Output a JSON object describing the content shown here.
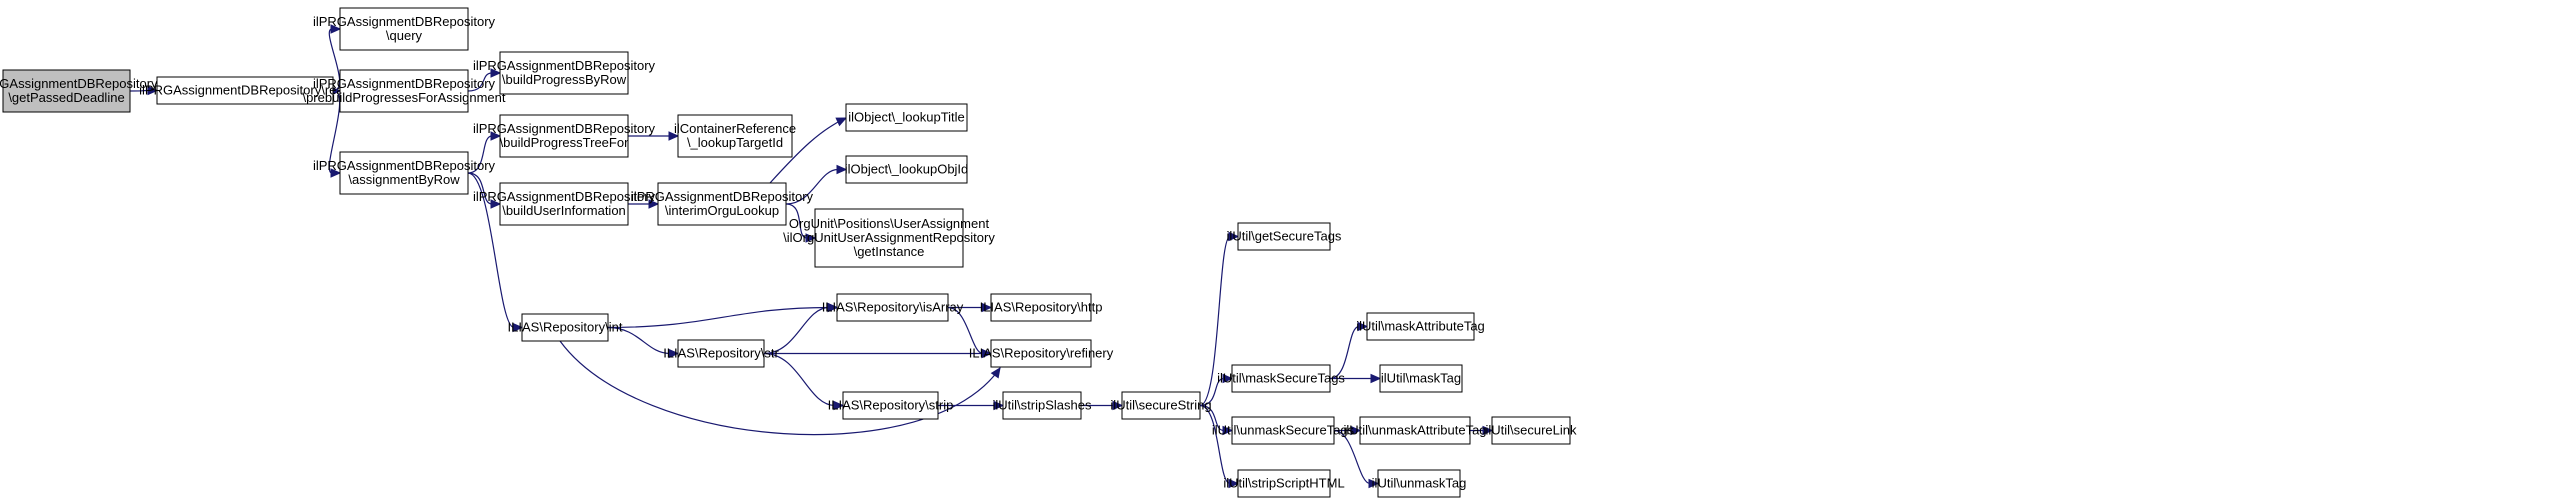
{
  "nodes": [
    {
      "id": "n1",
      "lines": [
        "ilPRGAssignmentDBRepository",
        "\\getPassedDeadline"
      ],
      "root": true
    },
    {
      "id": "n2",
      "lines": [
        "ilPRGAssignmentDBRepository\\read"
      ]
    },
    {
      "id": "n3",
      "lines": [
        "ilPRGAssignmentDBRepository",
        "\\query"
      ]
    },
    {
      "id": "n4",
      "lines": [
        "ilPRGAssignmentDBRepository",
        "\\prebuildProgressesForAssignment"
      ]
    },
    {
      "id": "n5",
      "lines": [
        "ilPRGAssignmentDBRepository",
        "\\assignmentByRow"
      ]
    },
    {
      "id": "n6",
      "lines": [
        "ilPRGAssignmentDBRepository",
        "\\buildProgressByRow"
      ]
    },
    {
      "id": "n7",
      "lines": [
        "ilPRGAssignmentDBRepository",
        "\\buildProgressTreeFor"
      ]
    },
    {
      "id": "n8",
      "lines": [
        "ilPRGAssignmentDBRepository",
        "\\buildUserInformation"
      ]
    },
    {
      "id": "n9",
      "lines": [
        "ILIAS\\Repository\\int"
      ]
    },
    {
      "id": "n10",
      "lines": [
        "ilContainerReference",
        "\\_lookupTargetId"
      ]
    },
    {
      "id": "n11",
      "lines": [
        "ilPRGAssignmentDBRepository",
        "\\interimOrguLookup"
      ]
    },
    {
      "id": "n12",
      "lines": [
        "ILIAS\\Repository\\str"
      ]
    },
    {
      "id": "n13",
      "lines": [
        "ilObject\\_lookupTitle"
      ]
    },
    {
      "id": "n14",
      "lines": [
        "ilObject\\_lookupObjId"
      ]
    },
    {
      "id": "n15",
      "lines": [
        "OrgUnit\\Positions\\UserAssignment",
        "\\ilOrgUnitUserAssignmentRepository",
        "\\getInstance"
      ]
    },
    {
      "id": "n16",
      "lines": [
        "ILIAS\\Repository\\isArray"
      ]
    },
    {
      "id": "n17",
      "lines": [
        "ILIAS\\Repository\\strip"
      ]
    },
    {
      "id": "n18",
      "lines": [
        "ILIAS\\Repository\\http"
      ]
    },
    {
      "id": "n19",
      "lines": [
        "ILIAS\\Repository\\refinery"
      ]
    },
    {
      "id": "n20",
      "lines": [
        "ilUtil\\stripSlashes"
      ]
    },
    {
      "id": "n21",
      "lines": [
        "ilUtil\\secureString"
      ]
    },
    {
      "id": "n22",
      "lines": [
        "ilUtil\\getSecureTags"
      ]
    },
    {
      "id": "n23",
      "lines": [
        "ilUtil\\maskSecureTags"
      ]
    },
    {
      "id": "n24",
      "lines": [
        "ilUtil\\unmaskSecureTags"
      ]
    },
    {
      "id": "n25",
      "lines": [
        "ilUtil\\stripScriptHTML"
      ]
    },
    {
      "id": "n26",
      "lines": [
        "ilUtil\\maskAttributeTag"
      ]
    },
    {
      "id": "n27",
      "lines": [
        "ilUtil\\maskTag"
      ]
    },
    {
      "id": "n28",
      "lines": [
        "ilUtil\\unmaskAttributeTag"
      ]
    },
    {
      "id": "n29",
      "lines": [
        "ilUtil\\unmaskTag"
      ]
    },
    {
      "id": "n30",
      "lines": [
        "ilUtil\\secureLink"
      ]
    }
  ],
  "edges": [
    [
      "n1",
      "n2"
    ],
    [
      "n2",
      "n3"
    ],
    [
      "n2",
      "n4"
    ],
    [
      "n2",
      "n5"
    ],
    [
      "n4",
      "n6"
    ],
    [
      "n5",
      "n7"
    ],
    [
      "n5",
      "n8"
    ],
    [
      "n5",
      "n9"
    ],
    [
      "n7",
      "n10"
    ],
    [
      "n8",
      "n11"
    ],
    [
      "n11",
      "n13"
    ],
    [
      "n11",
      "n14"
    ],
    [
      "n11",
      "n15"
    ],
    [
      "n9",
      "n16"
    ],
    [
      "n9",
      "n12"
    ],
    [
      "n9",
      "n19"
    ],
    [
      "n12",
      "n16"
    ],
    [
      "n12",
      "n19"
    ],
    [
      "n12",
      "n17"
    ],
    [
      "n16",
      "n18"
    ],
    [
      "n16",
      "n19"
    ],
    [
      "n17",
      "n20"
    ],
    [
      "n20",
      "n21"
    ],
    [
      "n21",
      "n22"
    ],
    [
      "n21",
      "n23"
    ],
    [
      "n21",
      "n24"
    ],
    [
      "n21",
      "n25"
    ],
    [
      "n23",
      "n26"
    ],
    [
      "n23",
      "n27"
    ],
    [
      "n24",
      "n28"
    ],
    [
      "n24",
      "n29"
    ],
    [
      "n28",
      "n30"
    ]
  ]
}
